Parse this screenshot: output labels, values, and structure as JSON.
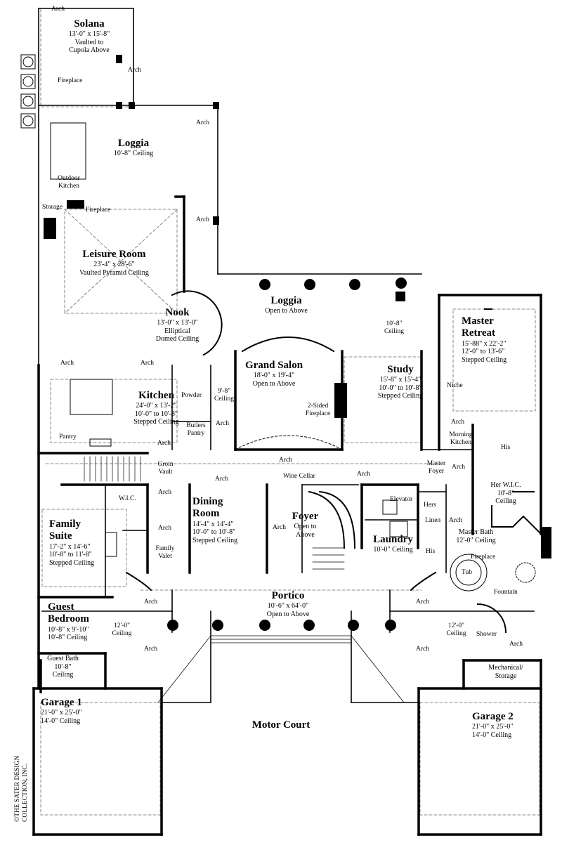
{
  "rooms": {
    "solana": {
      "name": "Solana",
      "dims": "13'-0\" x 15'-8\"",
      "c1": "Vaulted to",
      "c2": "Cupola Above"
    },
    "loggia_top": {
      "name": "Loggia",
      "c1": "10'-8\" Ceiling"
    },
    "leisure": {
      "name": "Leisure Room",
      "dims": "23'-4\" x 28'-6\"",
      "c1": "Vaulted Pyramid Ceiling"
    },
    "nook": {
      "name": "Nook",
      "dims": "13'-0\" x 13'-0\"",
      "c1": "Elliptical",
      "c2": "Domed Ceiling"
    },
    "loggia_mid": {
      "name": "Loggia",
      "c1": "Open to Above"
    },
    "grand_salon": {
      "name": "Grand Salon",
      "dims": "18'-0\" x 19'-4\"",
      "c1": "Open to Above"
    },
    "study": {
      "name": "Study",
      "dims": "15'-8\" x 15'-4\"",
      "c1": "10'-0\" to 10'-8\"",
      "c2": "Stepped Ceiling"
    },
    "master_retreat": {
      "name1": "Master",
      "name2": "Retreat",
      "dims": "15'-88\" x 22'-2\"",
      "c1": "12'-0\" to 13'-6\"",
      "c2": "Stepped Ceiling"
    },
    "kitchen": {
      "name": "Kitchen",
      "dims": "24'-0\" x 13'-2\"",
      "c1": "10'-0\" to 10'-8\"",
      "c2": "Stepped Ceiling"
    },
    "family_suite": {
      "name1": "Family",
      "name2": "Suite",
      "dims": "17'-2\" x 14'-6\"",
      "c1": "10'-8\" to 11'-8\"",
      "c2": "Stepped Ceiling"
    },
    "dining": {
      "name1": "Dining",
      "name2": "Room",
      "dims": "14'-4\" x 14'-4\"",
      "c1": "10'-0\" to 10'-8\"",
      "c2": "Stepped Ceiling"
    },
    "foyer": {
      "name": "Foyer",
      "c1": "Open to",
      "c2": "Above"
    },
    "laundry": {
      "name": "Laundry",
      "c1": "10'-0\" Ceiling"
    },
    "master_bath": {
      "l1": "Master Bath",
      "l2": "12'-0\" Ceiling"
    },
    "her_wic": {
      "l1": "Her W.I.C.",
      "l2": "10'-8\"",
      "l3": "Ceiling"
    },
    "guest_bedroom": {
      "name1": "Guest",
      "name2": "Bedroom",
      "dims": "10'-8\" x 9'-10\"",
      "c1": "10'-8\" Ceiling"
    },
    "guest_bath": {
      "l1": "Guest Bath",
      "l2": "10'-8\"",
      "l3": "Ceiling"
    },
    "portico": {
      "name": "Portico",
      "dims": "10'-6\" x 64'-0\"",
      "c1": "Open to Above"
    },
    "garage1": {
      "name": "Garage 1",
      "dims": "21'-0\" x 25'-0\"",
      "c1": "14'-0\" Ceiling"
    },
    "garage2": {
      "name": "Garage 2",
      "dims": "21'-0\" x 25'-0\"",
      "c1": "14'-0\" Ceiling"
    },
    "motor_court": {
      "name": "Motor Court"
    },
    "mechanical": {
      "l1": "Mechanical/",
      "l2": "Storage"
    }
  },
  "labels": {
    "arch": "Arch",
    "fireplace": "Fireplace",
    "outdoor_kitchen_1": "Outdoor",
    "outdoor_kitchen_2": "Kitchen",
    "storage": "Storage",
    "ceiling_108": "10'-8\"",
    "ceiling_word": "Ceiling",
    "two_sided_1": "2-Sided",
    "two_sided_2": "Fireplace",
    "niche": "Niche",
    "morning_1": "Morning",
    "morning_2": "Kitchen",
    "master_foyer_1": "Master",
    "master_foyer_2": "Foyer",
    "his": "His",
    "hers": "Hers",
    "linen": "Linen",
    "elevator": "Elevator",
    "wine_cellar": "Wine Cellar",
    "powder": "Powder",
    "ceiling_98": "9'-8\"",
    "butlers_1": "Butlers",
    "butlers_2": "Pantry",
    "pantry": "Pantry",
    "groin_1": "Groin",
    "groin_2": "Vault",
    "wic": "W.I.C.",
    "family_valet_1": "Family",
    "family_valet_2": "Valet",
    "ceiling_120": "12'-0\"",
    "tub": "Tub",
    "fountain": "Fountain",
    "shower": "Shower"
  },
  "credit": {
    "line1": "©THE SATER DESIGN",
    "line2": "COLLECTION, INC."
  }
}
